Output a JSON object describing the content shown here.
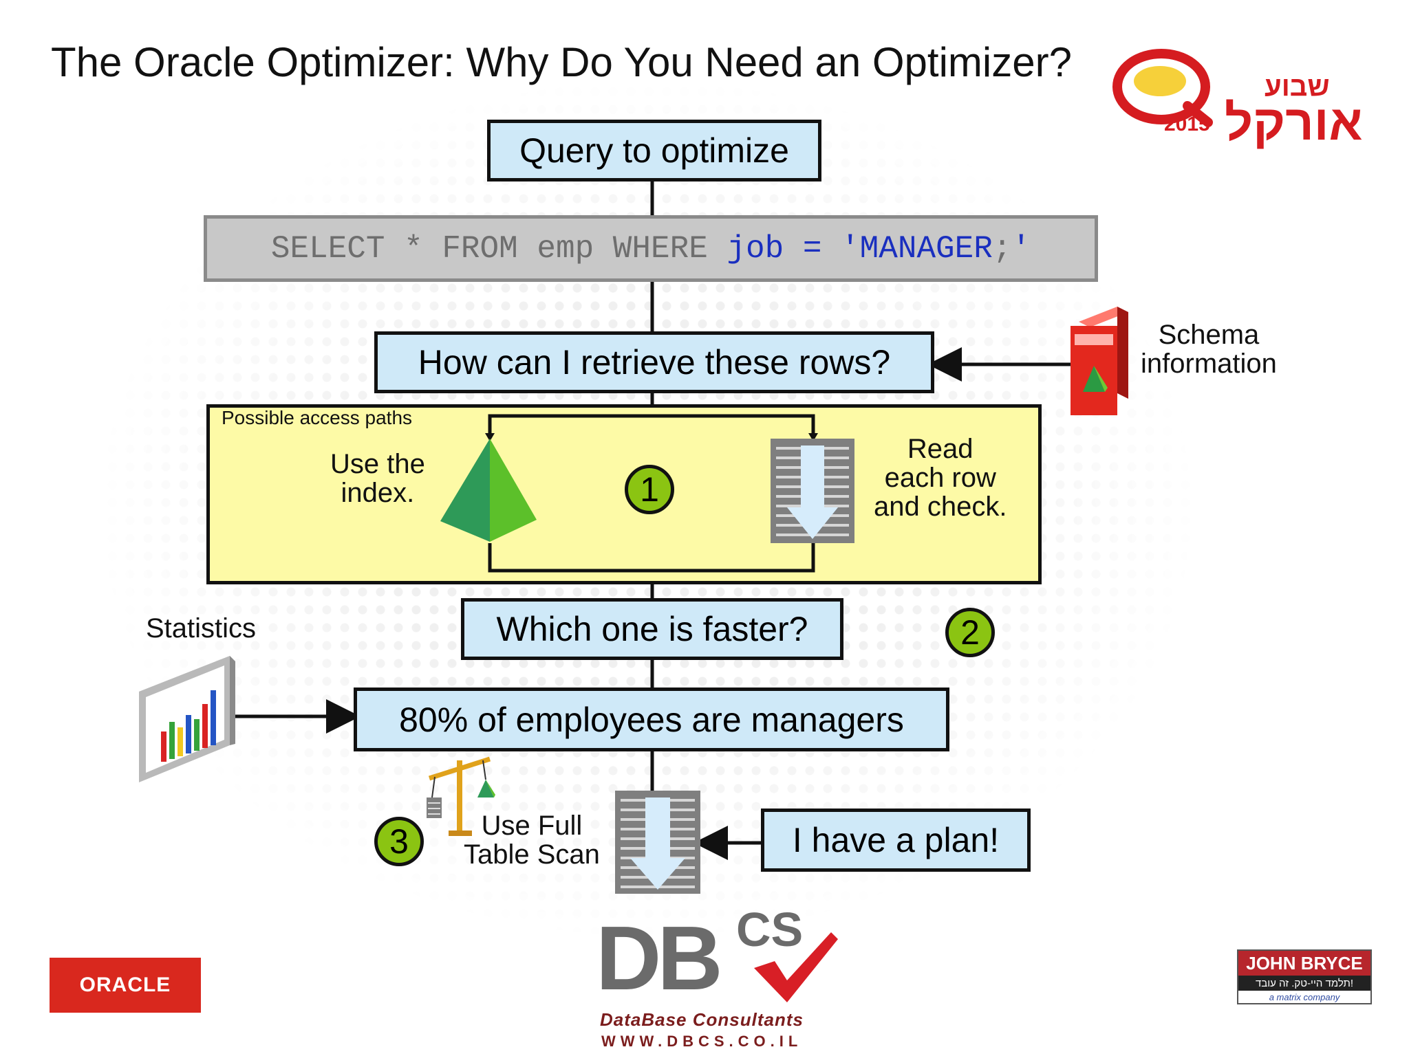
{
  "slide": {
    "title": "The Oracle Optimizer: Why Do You Need an Optimizer?"
  },
  "flow": {
    "query_box": "Query to optimize",
    "sql": {
      "part1": "SELECT * FROM emp WHERE ",
      "part2": "job = 'MANAGER",
      "part3": ";",
      "part4": "'"
    },
    "retrieve_box": "How can I retrieve these rows?",
    "schema_label_1": "Schema",
    "schema_label_2": "information",
    "access_paths_label": "Possible access paths",
    "use_index_1": "Use the",
    "use_index_2": "index.",
    "read_row_1": "Read",
    "read_row_2": "each row",
    "read_row_3": "and check.",
    "step1": "1",
    "faster_box": "Which one is faster?",
    "step2": "2",
    "statistics_label": "Statistics",
    "managers_box": "80% of employees are managers",
    "full_scan_1": "Use Full",
    "full_scan_2": "Table Scan",
    "step3": "3",
    "plan_box": "I have a plan!"
  },
  "logos": {
    "oracle": "ORACLE",
    "oracle_week_hebrew": "אורקל",
    "oracle_week_hebrew_top": "שבוע",
    "oracle_week_year": "2015",
    "dbcs": "DB",
    "dbcs_sup": "CS",
    "dbcs_sub": "DataBase Consultants",
    "dbcs_url": "WWW.DBCS.CO.IL",
    "john_bryce": "JOHN BRYCE",
    "john_bryce_hebrew": "תלמד היי-טק. זה עובד!",
    "john_bryce_sub": "a matrix company"
  },
  "colors": {
    "box_fill": "#cfe9f8",
    "access_fill": "#fdfaa6",
    "step_badge": "#8bc412",
    "oracle_red": "#d9281e"
  }
}
